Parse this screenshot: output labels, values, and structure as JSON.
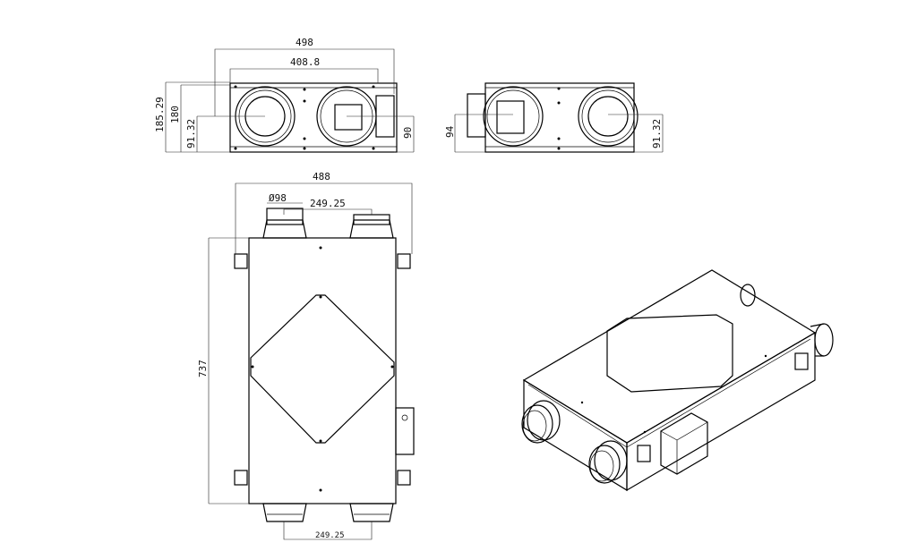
{
  "front_view": {
    "width_overall": "498",
    "width_body": "408.8",
    "height_overall": "185.29",
    "height_body": "180",
    "duct_center_height": "91.32",
    "stub_height": "90"
  },
  "rear_view": {
    "stub_height": "94",
    "duct_center_height": "91.32"
  },
  "plan_view": {
    "width": "488",
    "duct_diameter": "Ø98",
    "duct_spacing_top": "249.25",
    "length": "737",
    "duct_spacing_bottom": "249.25"
  },
  "colors": {
    "line": "#000000",
    "background": "#ffffff"
  }
}
